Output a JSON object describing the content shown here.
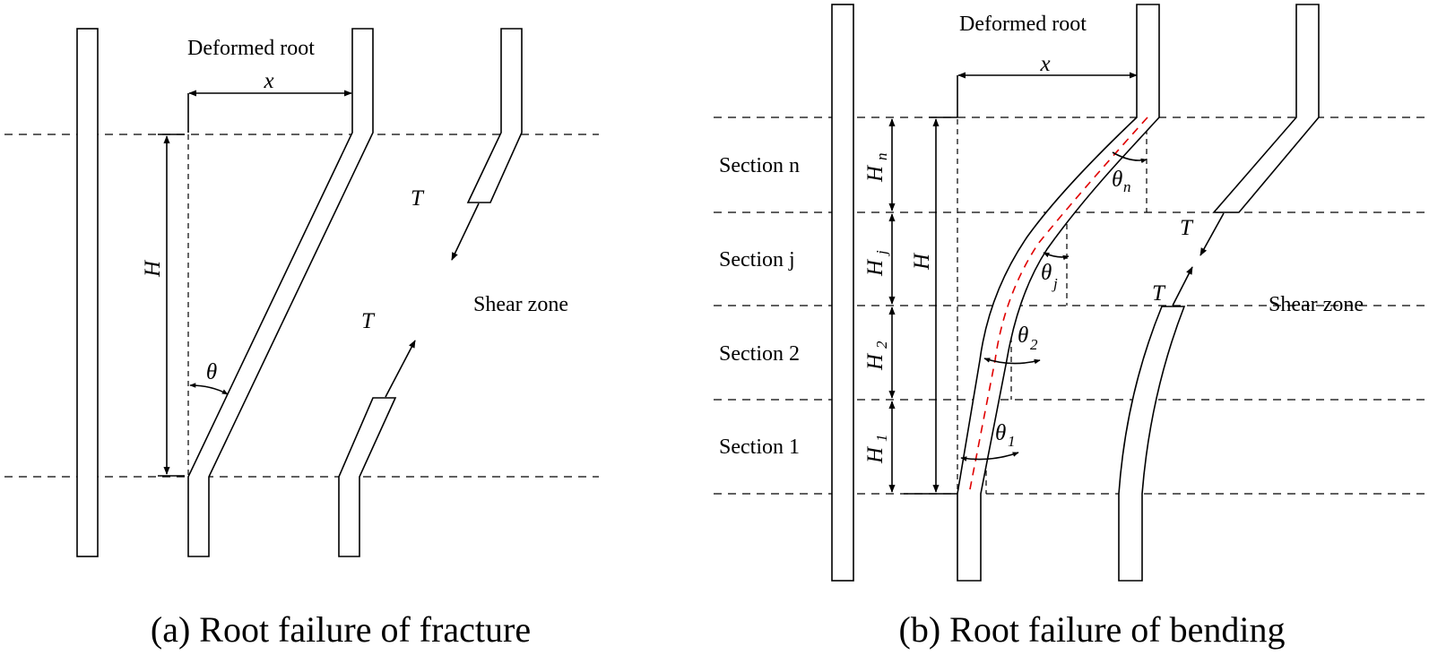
{
  "panel_a": {
    "caption": "(a) Root failure of fracture",
    "deformed_root": "Deformed root",
    "x_label": "x",
    "h_label": "H",
    "theta_label": "θ",
    "t_label_top": "T",
    "t_label_bottom": "T",
    "shear_zone": "Shear zone"
  },
  "panel_b": {
    "caption": "(b) Root failure of bending",
    "deformed_root": "Deformed root",
    "x_label": "x",
    "h_label": "H",
    "sections": [
      {
        "label": "Section n",
        "h": "H",
        "h_sub": "n",
        "theta": "θ",
        "theta_sub": "n"
      },
      {
        "label": "Section j",
        "h": "H",
        "h_sub": "j",
        "theta": "θ",
        "theta_sub": "j"
      },
      {
        "label": "Section 2",
        "h": "H",
        "h_sub": "2",
        "theta": "θ",
        "theta_sub": "2"
      },
      {
        "label": "Section 1",
        "h": "H",
        "h_sub": "1",
        "theta": "θ",
        "theta_sub": "1"
      }
    ],
    "t_label_top": "T",
    "t_label_bottom": "T",
    "shear_zone": "Shear zone",
    "centerline_color": "#e00000"
  }
}
